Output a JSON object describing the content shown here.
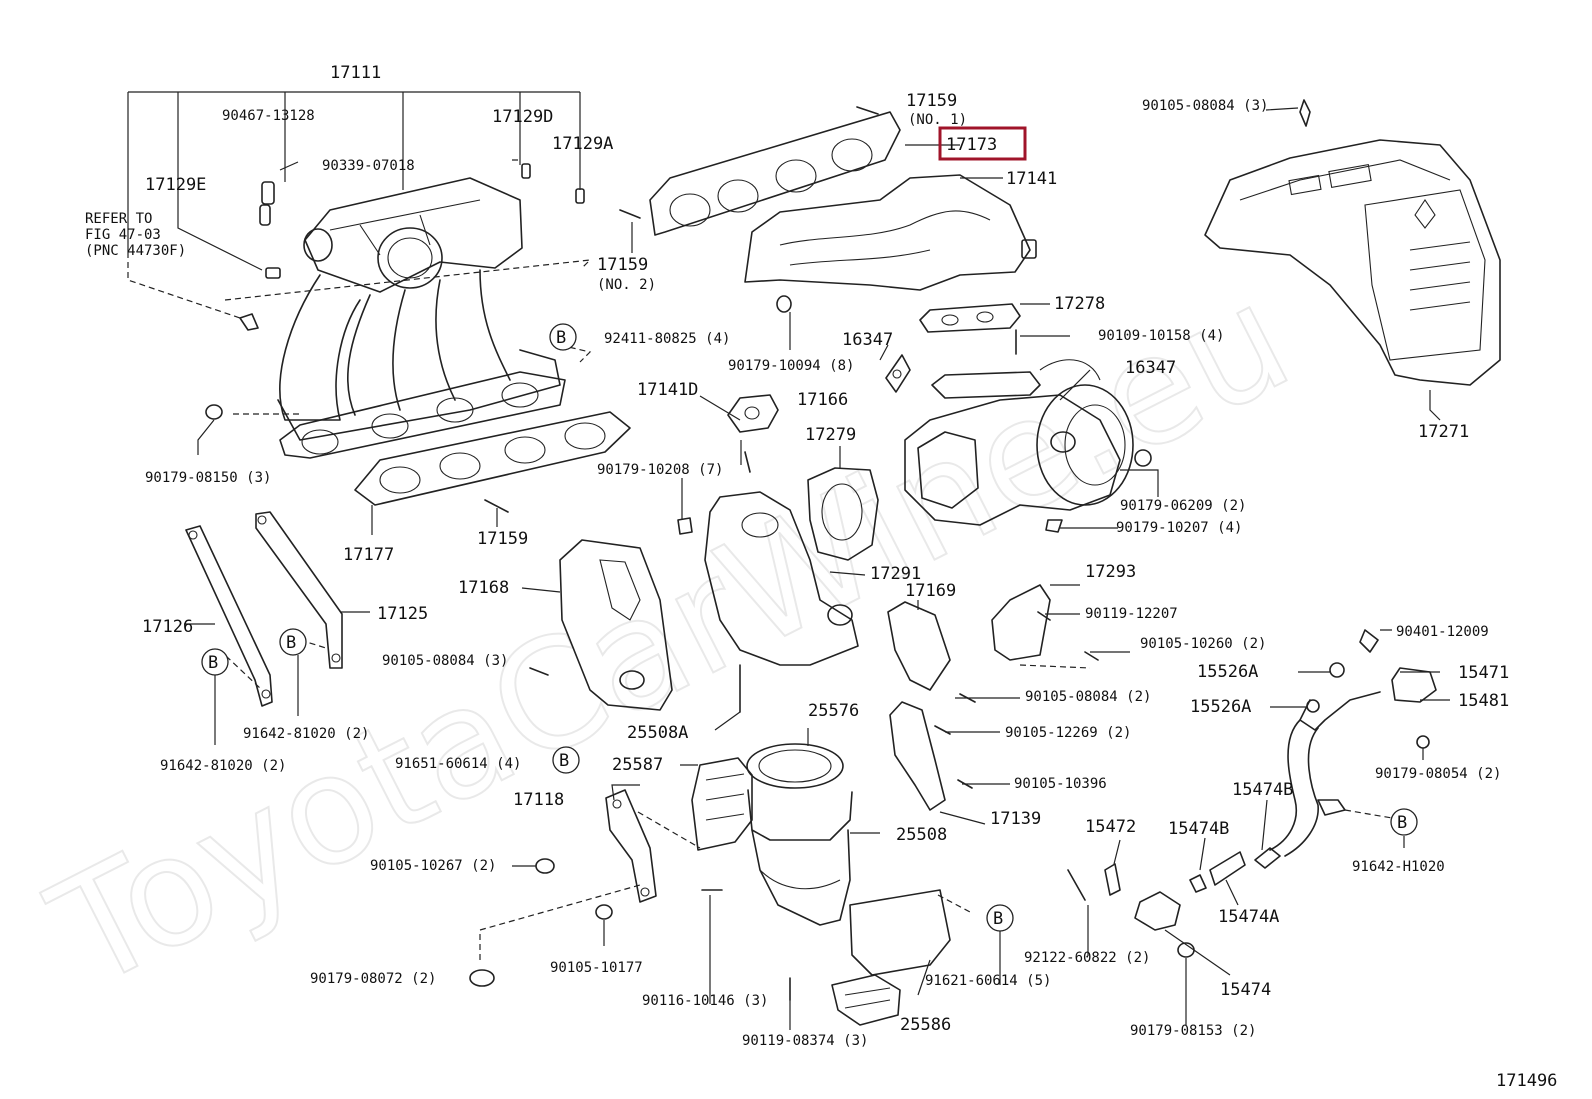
{
  "diagram": {
    "figure_number": "171496",
    "watermark": "ToyotaCarWine.eu",
    "highlighted_part": "17173",
    "highlight_color": "#a0142a",
    "reference_note": [
      "REFER TO",
      "FIG 47-03",
      "(PNC 44730F)"
    ],
    "callout_letter": "B",
    "labels": {
      "p17111": "17111",
      "p90467_13128": "90467-13128",
      "p17129D": "17129D",
      "p17129A": "17129A",
      "p90339_07018": "90339-07018",
      "p17129E": "17129E",
      "p92411_80825": "92411-80825 (4)",
      "p90179_08150": "90179-08150 (3)",
      "p17177": "17177",
      "p17159_a": "17159",
      "p17126": "17126",
      "p17125": "17125",
      "p91642_81020_a": "91642-81020 (2)",
      "p91642_81020_b": "91642-81020 (2)",
      "p17159_no1": "17159",
      "p17159_no1_sub": "(NO. 1)",
      "p17173": "17173",
      "p17141": "17141",
      "p17159_no2": "17159",
      "p17159_no2_sub": "(NO. 2)",
      "p17278": "17278",
      "p90109_10158": "90109-10158 (4)",
      "p16347_a": "16347",
      "p90179_10094": "90179-10094 (8)",
      "p16347_b": "16347",
      "p17141D": "17141D",
      "p17166": "17166",
      "p17279": "17279",
      "p90179_10208": "90179-10208 (7)",
      "p90179_06209": "90179-06209 (2)",
      "p90179_10207": "90179-10207 (4)",
      "p17168": "17168",
      "p17291": "17291",
      "p90105_08084_a": "90105-08084 (3)",
      "p25508A": "25508A",
      "p25576": "25576",
      "p17169": "17169",
      "p17293": "17293",
      "p90119_12207": "90119-12207",
      "p90105_10260": "90105-10260 (2)",
      "p90105_08084_b": "90105-08084 (2)",
      "p90105_12269": "90105-12269 (2)",
      "p90105_10396": "90105-10396",
      "p17139": "17139",
      "p91651_60614": "91651-60614 (4)",
      "p25587": "25587",
      "p17118": "17118",
      "p25508": "25508",
      "p90105_10267": "90105-10267 (2)",
      "p90105_10177": "90105-10177",
      "p90179_08072": "90179-08072 (2)",
      "p90116_10146": "90116-10146 (3)",
      "p90119_08374": "90119-08374 (3)",
      "p25586": "25586",
      "p91621_60614": "91621-60614 (5)",
      "p90105_08084_c": "90105-08084 (3)",
      "p17271": "17271",
      "p90401_12009": "90401-12009",
      "p15526A_a": "15526A",
      "p15471": "15471",
      "p15526A_b": "15526A",
      "p15481": "15481",
      "p90179_08054": "90179-08054 (2)",
      "p15474B_a": "15474B",
      "p15472": "15472",
      "p15474B_b": "15474B",
      "p91642_H1020": "91642-H1020",
      "p15474A": "15474A",
      "p92122_60822": "92122-60822 (2)",
      "p15474": "15474",
      "p90179_08153": "90179-08153 (2)"
    }
  }
}
